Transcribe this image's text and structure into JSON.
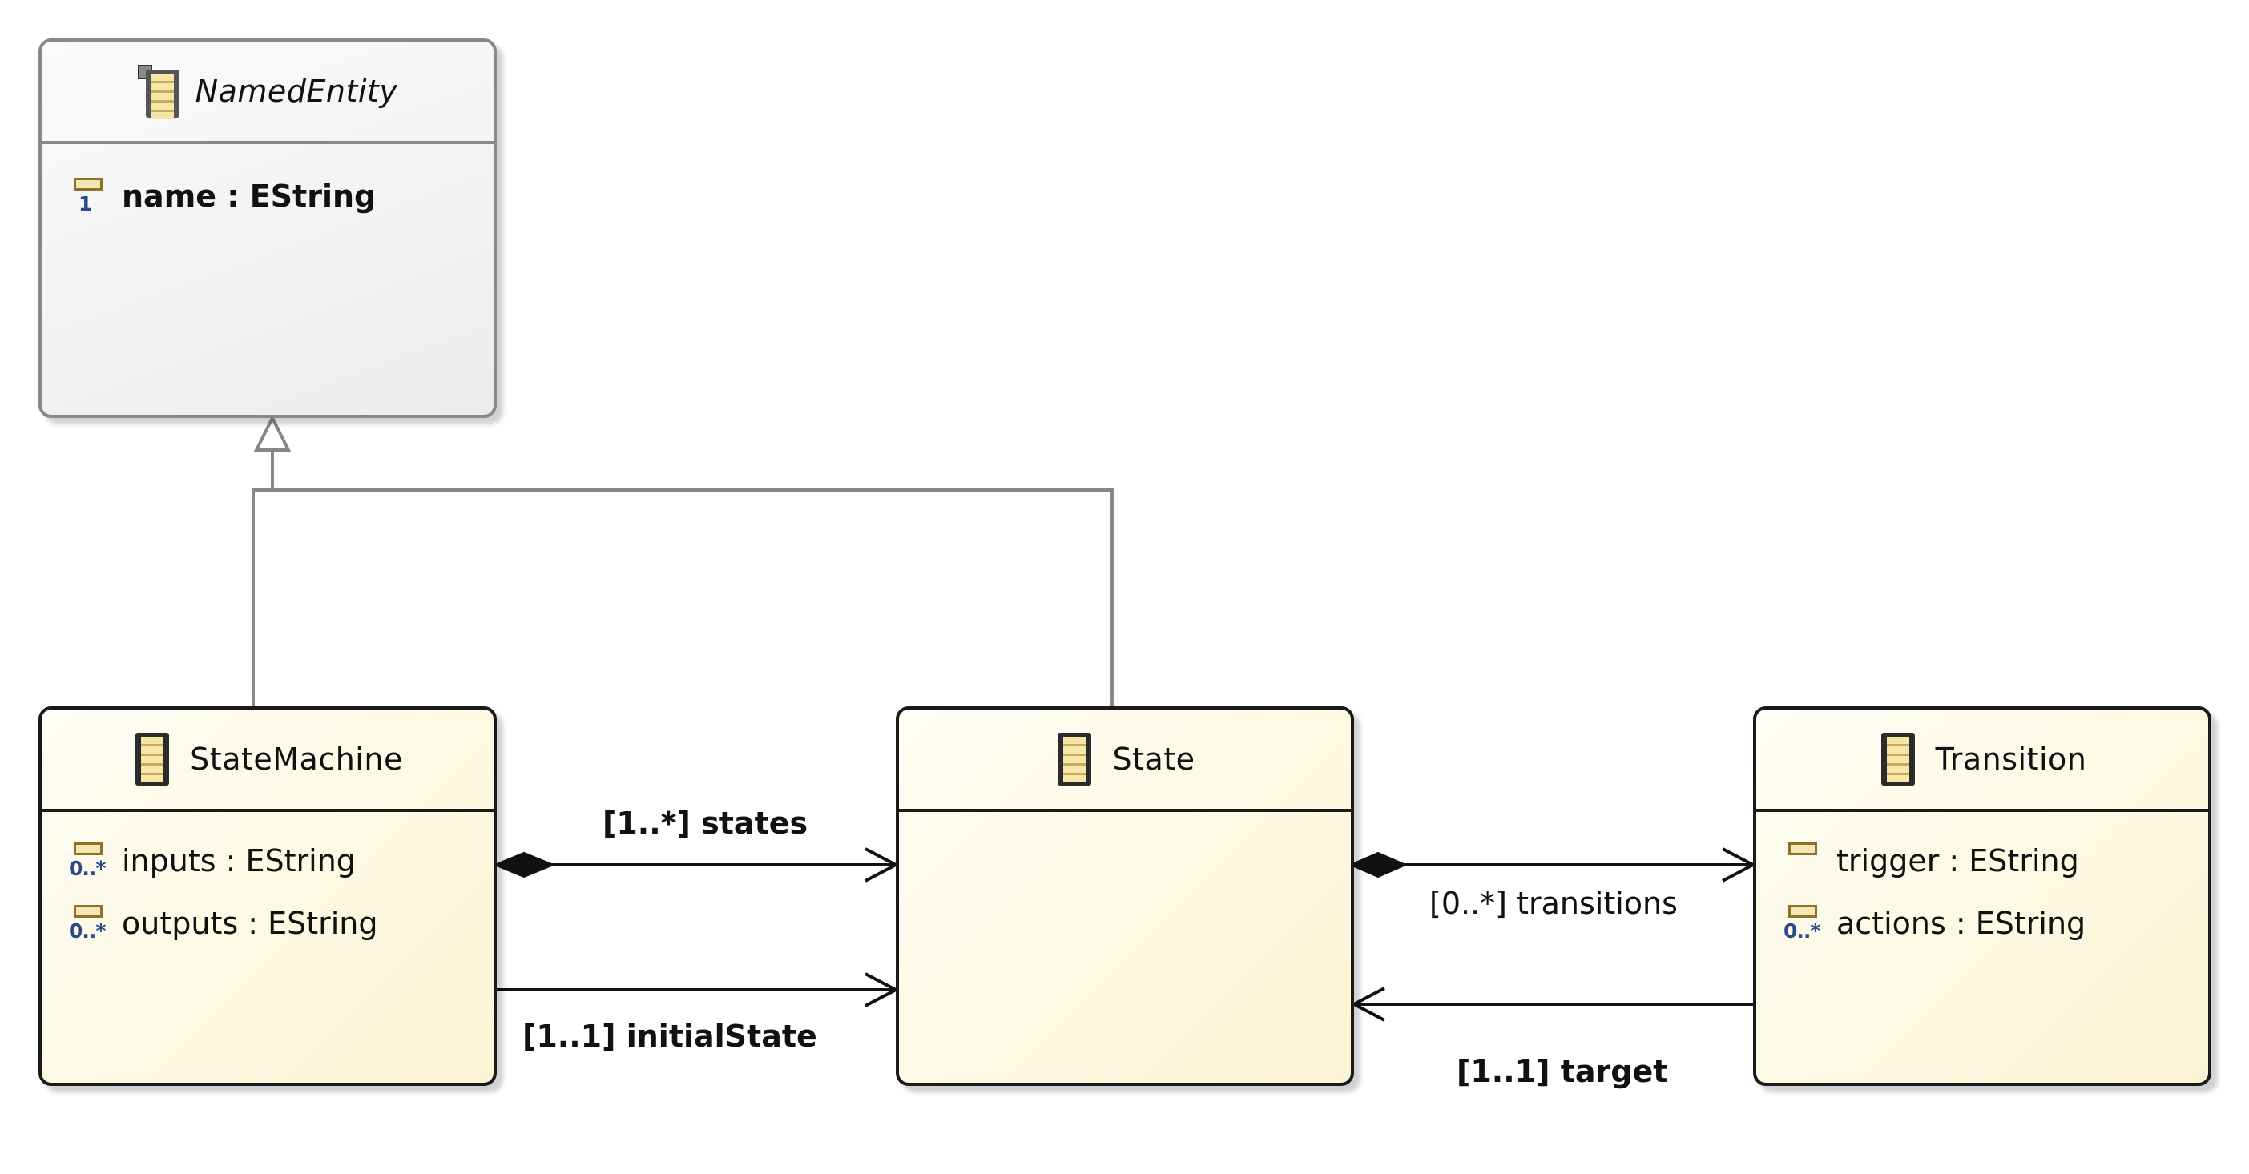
{
  "classes": {
    "named_entity": {
      "name": "NamedEntity",
      "abstract": true,
      "attributes": [
        {
          "text": "name : EString",
          "multiplicity": "1"
        }
      ]
    },
    "state_machine": {
      "name": "StateMachine",
      "attributes": [
        {
          "text": "inputs : EString",
          "multiplicity": "0..*"
        },
        {
          "text": "outputs : EString",
          "multiplicity": "0..*"
        }
      ]
    },
    "state": {
      "name": "State",
      "attributes": []
    },
    "transition": {
      "name": "Transition",
      "attributes": [
        {
          "text": "trigger : EString",
          "multiplicity": ""
        },
        {
          "text": "actions : EString",
          "multiplicity": "0..*"
        }
      ]
    }
  },
  "references": {
    "states": "[1..*] states",
    "initial_state": "[1..1] initialState",
    "transitions": "[0..*] transitions",
    "target": "[1..1] target"
  },
  "colors": {
    "border": "#1a1a1a",
    "abstract_border": "#888888",
    "edge": "#111111",
    "generalization": "#888888",
    "class_fill": "#fdf9e3"
  }
}
